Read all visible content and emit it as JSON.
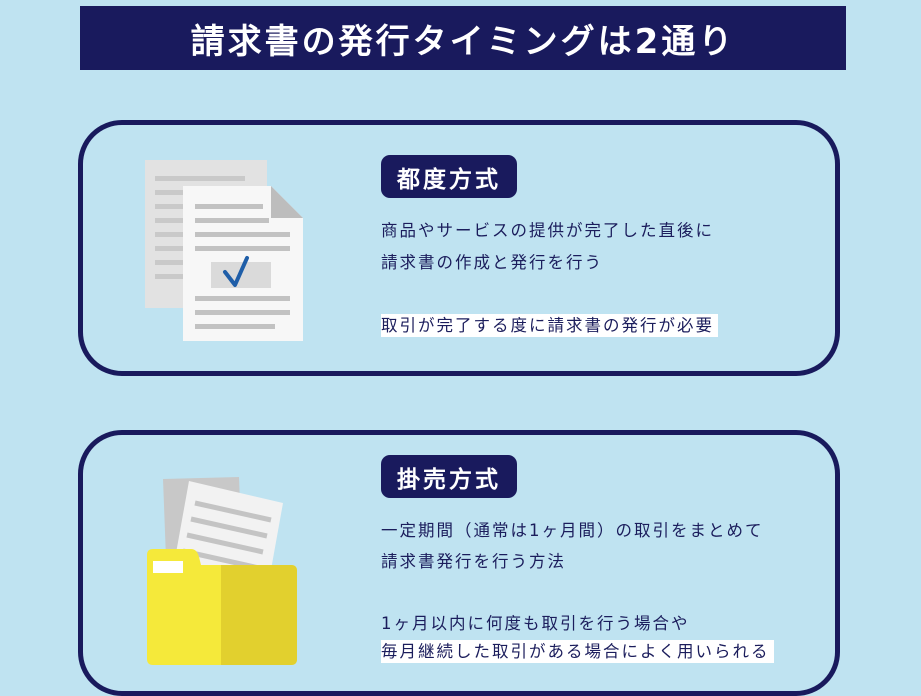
{
  "title": "請求書の発行タイミングは2通り",
  "methods": [
    {
      "label": "都度方式",
      "description_lines": [
        "商品やサービスの提供が完了した直後に",
        "請求書の作成と発行を行う"
      ],
      "highlight": "取引が完了する度に請求書の発行が必要",
      "icon": "invoice-document-check-icon"
    },
    {
      "label": "掛売方式",
      "description_lines": [
        "一定期間（通常は1ヶ月間）の取引をまとめて",
        "請求書発行を行う方法"
      ],
      "note": "1ヶ月以内に何度も取引を行う場合や",
      "highlight": "毎月継続した取引がある場合によく用いられる",
      "icon": "folder-documents-icon"
    }
  ],
  "colors": {
    "navy": "#191a5d",
    "background": "#bfe3f1",
    "folder_yellow": "#f5e93a",
    "check_blue": "#1f5ea8"
  }
}
